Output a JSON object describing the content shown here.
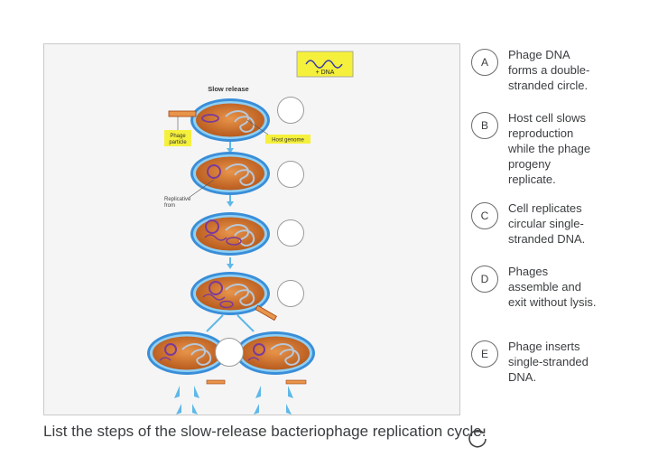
{
  "figure": {
    "dna_box_label": "+ DNA",
    "title": "Slow release",
    "phage_particle_label": "Phage particle",
    "phage_particle_line1": "Phage",
    "phage_particle_line2": "particle",
    "host_genome_label": "Host genome",
    "replicative_label": "Replicative from",
    "replicative_line1": "Replicative",
    "replicative_line2": "from",
    "highlight_color": "#f5f03c",
    "cell_orange": "#c86a1e",
    "cell_blue": "#3a8ed8",
    "arrow_color": "#5fb8e8"
  },
  "choices": [
    {
      "letter": "A",
      "text": "Phage DNA forms a double-stranded circle."
    },
    {
      "letter": "B",
      "text": "Host cell slows reproduction while the phage progeny replicate."
    },
    {
      "letter": "C",
      "text": "Cell replicates circular single-stranded DNA."
    },
    {
      "letter": "D",
      "text": "Phages assemble and exit without lysis."
    },
    {
      "letter": "E",
      "text": "Phage inserts single-stranded DNA."
    }
  ],
  "question": "List the steps of the slow-release bacteriophage replication cycle.",
  "reset_icon": "reset-icon"
}
